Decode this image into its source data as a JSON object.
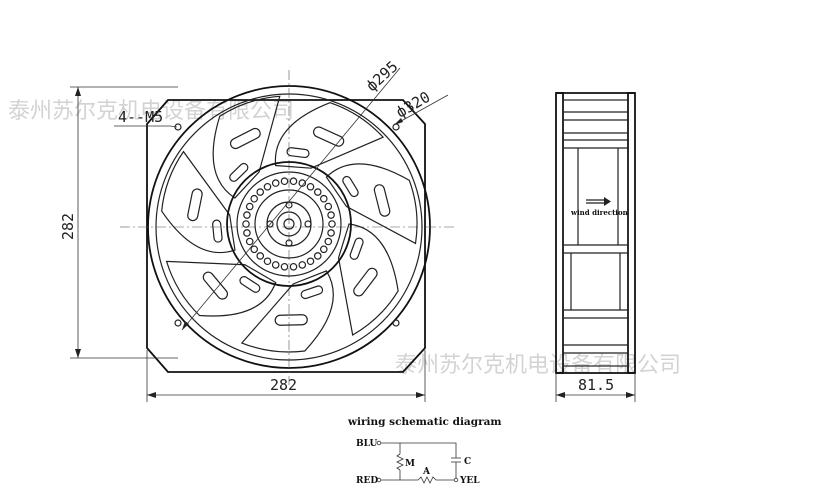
{
  "watermark": {
    "top": "泰州苏尔克机电设备有限公司",
    "bottom": "泰州苏尔克机电设备有限公司"
  },
  "dimensions": {
    "mounting_holes": "4--M5",
    "blade_diameter": "ф295",
    "outer_diameter": "ф320",
    "height": "282",
    "width": "282",
    "depth": "81.5"
  },
  "side_view": {
    "airflow_label": "wind direction"
  },
  "wiring": {
    "title": "wiring schematic diagram",
    "terminal_blu": "BLU",
    "terminal_red": "RED",
    "terminal_yel": "YEL",
    "label_m": "M",
    "label_a": "A",
    "label_c": "C"
  }
}
